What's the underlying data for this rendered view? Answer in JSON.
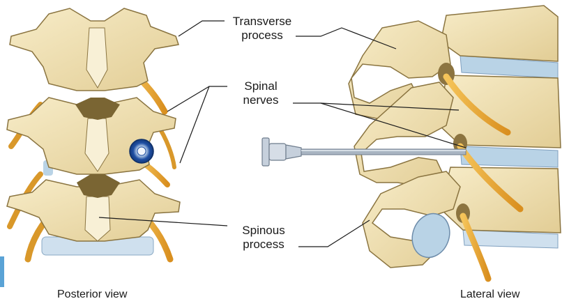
{
  "labels": {
    "transverse_process": {
      "line1": "Transverse",
      "line2": "process"
    },
    "spinal_nerves": {
      "line1": "Spinal",
      "line2": "nerves"
    },
    "spinous_process": {
      "line1": "Spinous",
      "line2": "process"
    }
  },
  "captions": {
    "posterior": "Posterior view",
    "lateral": "Lateral view"
  },
  "colors": {
    "bone": "#f1e2b4",
    "bone_shadow": "#d9c187",
    "bone_outline": "#8a7440",
    "nerve": "#e8a93a",
    "disc": "#b9d3e6",
    "needle": "#9aa7b5",
    "needle_hub": "#c6d0dc",
    "lesion_ring": "#1f4fa3",
    "edge_tab": "#5aa3d6"
  }
}
